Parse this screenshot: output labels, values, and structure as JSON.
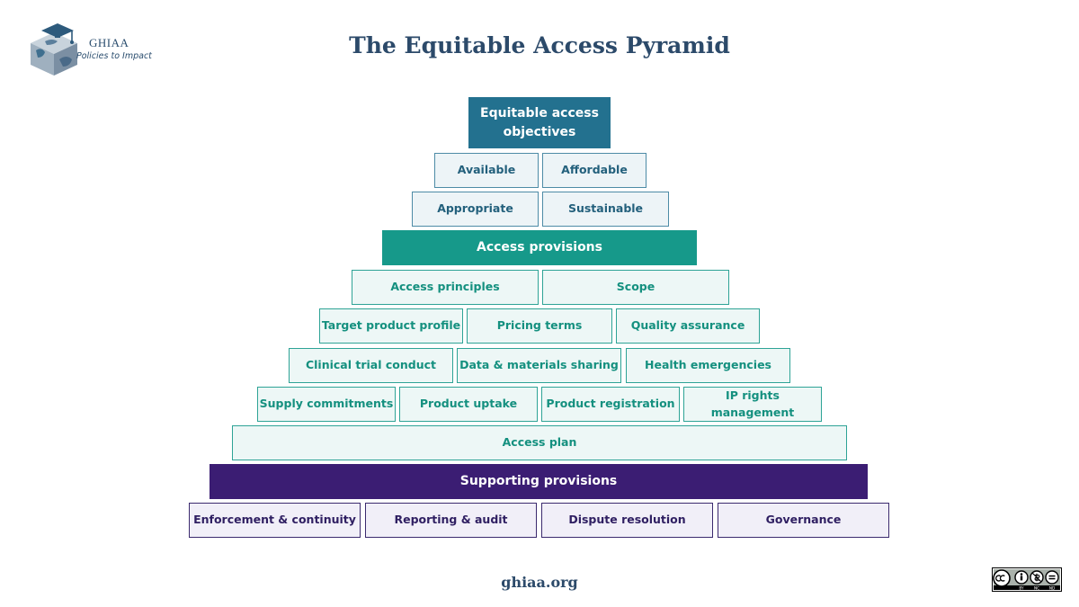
{
  "brand": {
    "name": "GHIAA",
    "tagline": "Policies to Impact"
  },
  "title": "The Equitable Access Pyramid",
  "pyramid": {
    "objectives_header": "Equitable access objectives",
    "objectives_row1": [
      "Available",
      "Affordable"
    ],
    "objectives_row2": [
      "Appropriate",
      "Sustainable"
    ],
    "access_header": "Access provisions",
    "access_row1": [
      "Access principles",
      "Scope"
    ],
    "access_row2": [
      "Target product profile",
      "Pricing terms",
      "Quality assurance"
    ],
    "access_row3": [
      "Clinical trial conduct",
      "Data & materials sharing",
      "Health emergencies"
    ],
    "access_row4": [
      "Supply commitments",
      "Product uptake",
      "Product registration",
      "IP rights management"
    ],
    "access_plan": "Access plan",
    "supporting_header": "Supporting provisions",
    "supporting_row": [
      "Enforcement & continuity",
      "Reporting & audit",
      "Dispute resolution",
      "Governance"
    ]
  },
  "footer": {
    "website": "ghiaa.org"
  },
  "license": {
    "labels": [
      "BY",
      "NC",
      "ND"
    ]
  },
  "colors": {
    "objectives": "#23718f",
    "access": "#16998a",
    "supporting": "#3b1d73",
    "title": "#2c4a6a"
  }
}
